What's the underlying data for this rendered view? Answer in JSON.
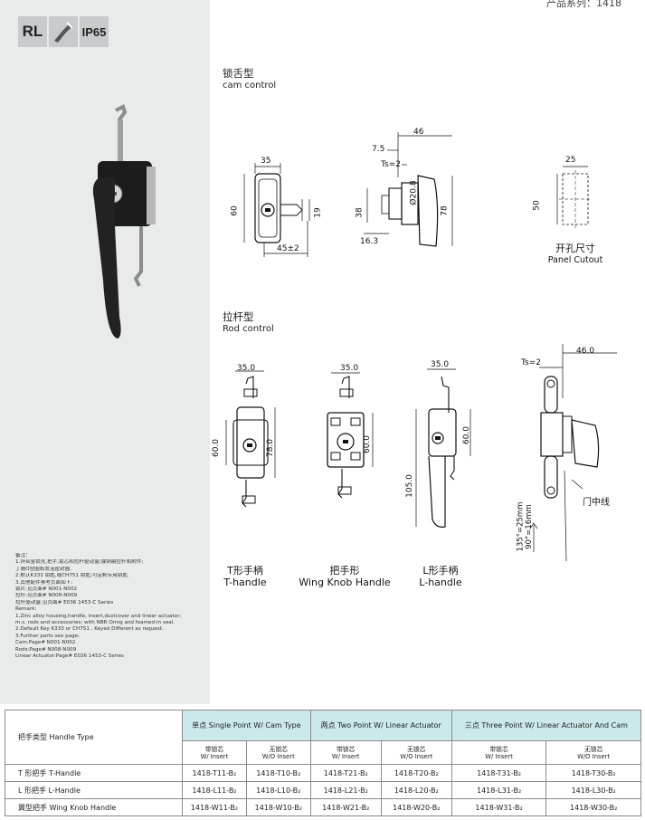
{
  "header": {
    "series_label": "产品系列：1418"
  },
  "badges": [
    "RL",
    "IP65"
  ],
  "sections": {
    "cam": {
      "title_cn": "锁舌型",
      "title_en": "cam control"
    },
    "rod": {
      "title_cn": "拉杆型",
      "title_en": "Rod control"
    }
  },
  "cam_dims": {
    "front_width": "35",
    "front_height": "60",
    "tongue_h": "19",
    "cam_span": "45±2",
    "side_depth": "46",
    "side_7_5": "7.5",
    "side_ts": "Ts=2",
    "side_dia": "Ø20.8",
    "side_38": "38",
    "side_78": "78",
    "side_16_3": "16.3"
  },
  "panel_cutout": {
    "width": "25",
    "height": "50",
    "label_cn": "开孔尺寸",
    "label_en": "Panel Cutout"
  },
  "rod_dims": {
    "t_width": "35.0",
    "t_60": "60.0",
    "t_78": "78.0",
    "w_width": "35.0",
    "w_60": "60.0",
    "l_width": "35.0",
    "l_60": "60.0",
    "l_105": "105.0",
    "side_ts": "Ts=2",
    "side_46": "46.0",
    "door_line": "门中线",
    "angle1": "135°=25mm",
    "angle2": "90°=16mm"
  },
  "handle_captions": [
    {
      "cn": "T形手柄",
      "en": "T-handle"
    },
    {
      "cn": "把手形",
      "en": "Wing Knob Handle"
    },
    {
      "cn": "L形手柄",
      "en": "L-handle"
    }
  ],
  "remarks": [
    "备注：",
    "1.锌合金锁壳,把手,锁芯和拉杆驱动盒;镀铜扁拉杆和附件;",
    "丁腈O型圈和发泡密封圈.",
    "2.默认K333 钥匙,或CH751 钥匙;可定制专用钥匙.",
    "3.其他配件参考页面如下:",
    "锁片:见页面# N001-N002",
    "拉杆:见页面# N008-N009",
    "拉杆驱动盒:见页面# E036  1453-C Series",
    "Remark:",
    "1,Zinc alloy housing,handle, insert,dustcover and linear actuator;",
    "m.s. rods and accessories; with NBR Oring and  foamed-in seal.",
    "2.Default Key K333 or CH751 , Keyed Different as request.",
    "3.Further parts see page:",
    "Cam:Page# N001-N002",
    "Rods:Page# N008-N009",
    "Linear Actuator:Page# E036  1453-C Series"
  ],
  "table": {
    "type_header": "把手类型 Handle Type",
    "groups": [
      "单点 Single Point W/ Cam Type",
      "两点 Two Point W/ Linear Actuator",
      "三点 Three Point W/ Linear Actuator And Cam"
    ],
    "sub_cn_with": "带锁芯",
    "sub_en_with": "W/ Insert",
    "sub_cn_without": "无锁芯",
    "sub_en_without": "W/O Insert",
    "rows": [
      {
        "type": "T 形把手 T-Handle",
        "codes": [
          "1418-T11-B₂",
          "1418-T10-B₂",
          "1418-T21-B₂",
          "1418-T20-B₂",
          "1418-T31-B₂",
          "1418-T30-B₂"
        ]
      },
      {
        "type": "L 形把手 L-Handle",
        "codes": [
          "1418-L11-B₂",
          "1418-L10-B₂",
          "1418-L21-B₂",
          "1418-L20-B₂",
          "1418-L31-B₂",
          "1418-L30-B₂"
        ]
      },
      {
        "type": "翼型把手 Wing Knob Handle",
        "codes": [
          "1418-W11-B₂",
          "1418-W10-B₂",
          "1418-W21-B₂",
          "1418-W20-B₂",
          "1418-W31-B₂",
          "1418-W30-B₂"
        ]
      }
    ]
  }
}
